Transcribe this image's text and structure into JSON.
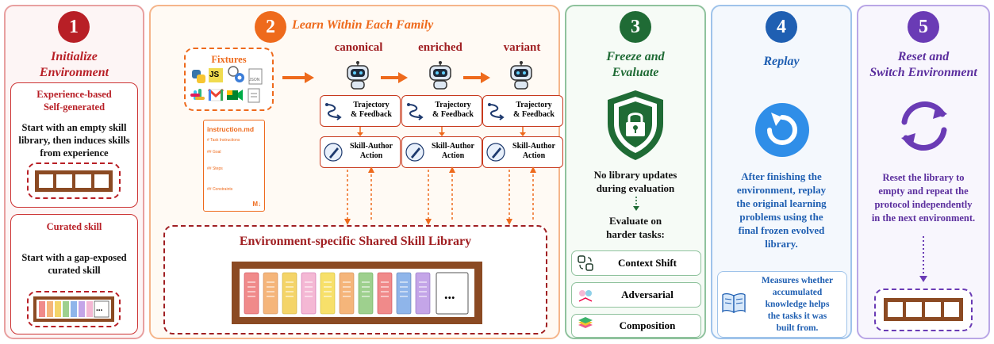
{
  "panel1": {
    "number": "1",
    "title_line1": "Initialize",
    "title_line2": "Environment",
    "box_a_head_line1": "Experience-based",
    "box_a_head_line2": "Self-generated",
    "box_a_text_line1": "Start with an empty skill",
    "box_a_text_line2": "library, then induces skills",
    "box_a_text_line3": "from experience",
    "box_b_head": "Curated skill",
    "box_b_text_line1": "Start with a gap-exposed",
    "box_b_text_line2": "curated skill",
    "shelf_more": "..."
  },
  "panel2": {
    "number": "2",
    "title": "Learn Within Each Family",
    "fixtures_label": "Fixtures",
    "js_label": "JS",
    "json_label": "JSON",
    "instruction": {
      "filename": "instruction.md",
      "line1": "# Task Instructions",
      "line2": "## Goal",
      "line3": "## Steps",
      "line4": "## Constraints",
      "badge": "M↓"
    },
    "columns": [
      {
        "label": "canonical",
        "traj_line1": "Trajectory",
        "traj_line2": "& Feedback",
        "skill_line1": "Skill-Author",
        "skill_line2": "Action"
      },
      {
        "label": "enriched",
        "traj_line1": "Trajectory",
        "traj_line2": "& Feedback",
        "skill_line1": "Skill-Author",
        "skill_line2": "Action"
      },
      {
        "label": "variant",
        "traj_line1": "Trajectory",
        "traj_line2": "& Feedback",
        "skill_line1": "Skill-Author",
        "skill_line2": "Action"
      }
    ],
    "library_title": "Environment-specific Shared Skill Library",
    "library_more": "..."
  },
  "panel3": {
    "number": "3",
    "title_line1": "Freeze and",
    "title_line2": "Evaluate",
    "text_line1": "No library updates",
    "text_line2": "during evaluation",
    "eval_line1": "Evaluate on",
    "eval_line2": "harder tasks:",
    "tasks": [
      "Context Shift",
      "Adversarial",
      "Composition"
    ]
  },
  "panel4": {
    "number": "4",
    "title": "Replay",
    "text": [
      "After finishing the",
      "environment, replay",
      "the original learning",
      "problems using the",
      "final frozen evolved",
      "library."
    ],
    "note": [
      "Measures whether",
      "accumulated",
      "knowledge helps",
      "the tasks it was",
      "built from."
    ]
  },
  "panel5": {
    "number": "5",
    "title_line1": "Reset and",
    "title_line2": "Switch Environment",
    "text": [
      "Reset the library to",
      "empty and repeat the",
      "protocol independently",
      "in the next environment."
    ]
  },
  "colors": {
    "red": "#b81f26",
    "orange": "#ee6a1c",
    "green": "#1f6b35",
    "blue": "#1f5fb2",
    "purple": "#6a3bb5",
    "wood": "#8b4a23"
  }
}
